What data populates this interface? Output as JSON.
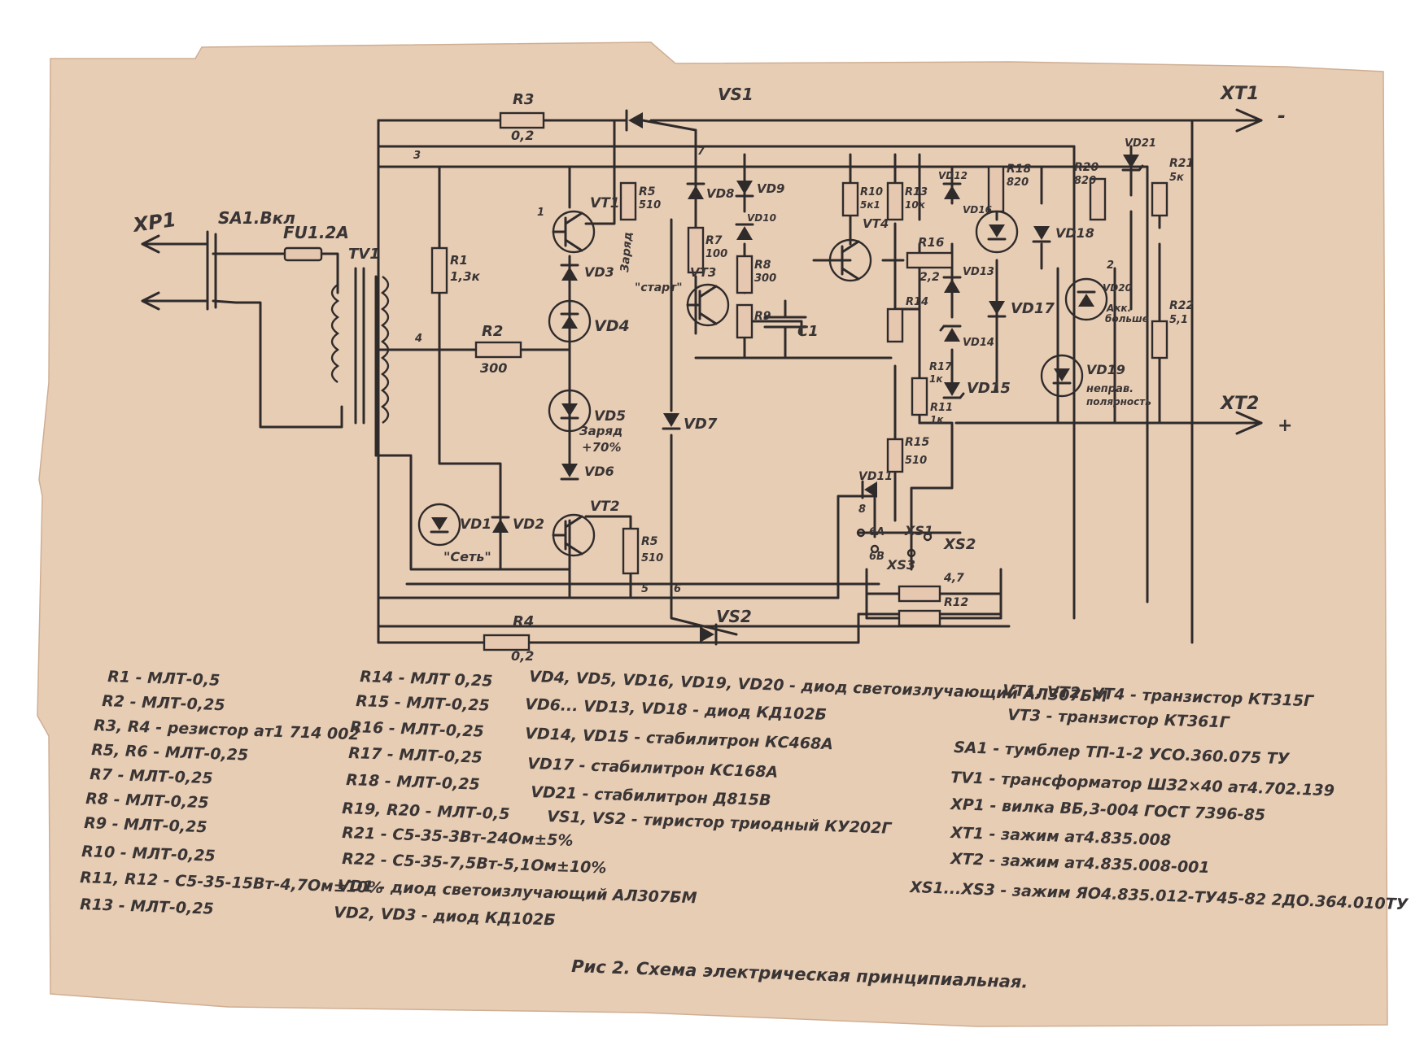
{
  "labels": {
    "XP1": "XP1",
    "SA1": "SA1.Вкл",
    "FU1": "FU1.2A",
    "TV1": "TV1",
    "R1": "R1",
    "R1v": "1,3к",
    "R2": "R2",
    "R2v": "300",
    "R3": "R3",
    "R3v": "0,2",
    "R4": "R4",
    "R4v": "0,2",
    "R5": "R5",
    "R5v": "510",
    "R5top": "R5",
    "R5topv": "510",
    "R7": "R7",
    "R7v": "100",
    "R8": "R8",
    "R8v": "300",
    "R9": "R9",
    "R10": "R10",
    "R10v": "5к1",
    "R13": "R13",
    "R13v": "10к",
    "R16": "R16",
    "R16v": "2,2",
    "R14": "R14",
    "R17": "R17",
    "R17v": "1к",
    "R11": "R11",
    "R11v": "1к",
    "R15": "R15",
    "R15v": "510",
    "R18": "R18",
    "R18v": "820",
    "R20": "R20",
    "R20v": "820",
    "R21": "R21",
    "R21v": "5к",
    "R22": "R22",
    "R22v": "5,1",
    "R12": "R12",
    "R12v": "4,7",
    "VS1": "VS1",
    "VS2": "VS2",
    "VT1": "VT1",
    "VT2": "VT2",
    "VT3": "VT3",
    "VT4": "VT4",
    "VD1": "VD1",
    "VD2": "VD2",
    "VD3": "VD3",
    "VD4": "VD4",
    "VD5": "VD5",
    "VD6": "VD6",
    "VD7": "VD7",
    "VD8": "VD8",
    "VD9": "VD9",
    "VD10": "VD10",
    "VD11": "VD11",
    "VD12": "VD12",
    "VD13": "VD13",
    "VD14": "VD14",
    "VD15": "VD15",
    "VD16": "VD16",
    "VD17": "VD17",
    "VD18": "VD18",
    "VD19": "VD19",
    "VD20": "VD20",
    "VD21": "VD21",
    "C1": "C1",
    "XT1": "XT1",
    "XT2": "XT2",
    "XT1sign": "-",
    "XT2sign": "+",
    "XS1": "XS1",
    "XS2": "XS2",
    "XS3": "XS3",
    "set": "\"Сеть\"",
    "zaryad1": "Заряд",
    "zaryad1b": "\"старт\"",
    "zaryad2": "Заряд",
    "zaryad2b": "+70%",
    "akk": "Акк.",
    "akk2": "больше",
    "nepr": "неправ.",
    "nepr2": "полярность",
    "n1": "1",
    "n2": "2",
    "n3": "3",
    "n4": "4",
    "n5": "5",
    "n6": "6",
    "n7": "7",
    "n8": "8",
    "p6A": "6А",
    "p6B": "6В"
  },
  "legend_left": [
    "R1 - МЛТ-0,5",
    "R2 - МЛТ-0,25",
    "R3, R4 - резистор ат1 714 002",
    "R5, R6 - МЛТ-0,25",
    "R7 - МЛТ-0,25",
    "R8 - МЛТ-0,25",
    "R9 - МЛТ-0,25",
    "R10 - МЛТ-0,25",
    "R11, R12 - С5-35-15Вт-4,7Ом±10%",
    "R13 - МЛТ-0,25"
  ],
  "legend_mid": [
    "R14 - МЛТ 0,25",
    "R15 - МЛТ-0,25",
    "R16 - МЛТ-0,25",
    "R17 - МЛТ-0,25",
    "R18 - МЛТ-0,25",
    "R19, R20 - МЛТ-0,5",
    "R21 - С5-35-3Вт-24Ом±5%",
    "R22 - С5-35-7,5Вт-5,1Ом±10%",
    "VD1 - диод светоизлучающий АЛ307БМ",
    "VD2, VD3 - диод КД102Б"
  ],
  "legend_center": [
    "VD4, VD5, VD16, VD19, VD20 - диод светоизлучающий АЛ307БМ",
    "VD6... VD13, VD18 - диод КД102Б",
    "VD14, VD15 - стабилитрон КС468А",
    "VD17 - стабилитрон КС168А",
    "VD21 - стабилитрон Д815В",
    "VS1, VS2 - тиристор триодный КУ202Г"
  ],
  "legend_right": [
    "VT1, VT2, VT4 - транзистор КТ315Г",
    "VT3 - транзистор КТ361Г",
    "SA1 - тумблер ТП-1-2 УСО.360.075 ТУ",
    "TV1 - трансформатор ШЗ2×40 ат4.702.139",
    "XP1 - вилка ВБ,3-004 ГОСТ 7396-85",
    "XT1 - зажим ат4.835.008",
    "XT2 - зажим ат4.835.008-001",
    "XS1...XS3 - зажим ЯО4.835.012-ТУ45-82 2ДО.364.010ТУ"
  ],
  "caption": "Рис 2. Схема электрическая принципиальная.",
  "colors": {
    "paper": "#e8cdb5",
    "ink": "#2f2b2b",
    "background": "#ffffff"
  }
}
